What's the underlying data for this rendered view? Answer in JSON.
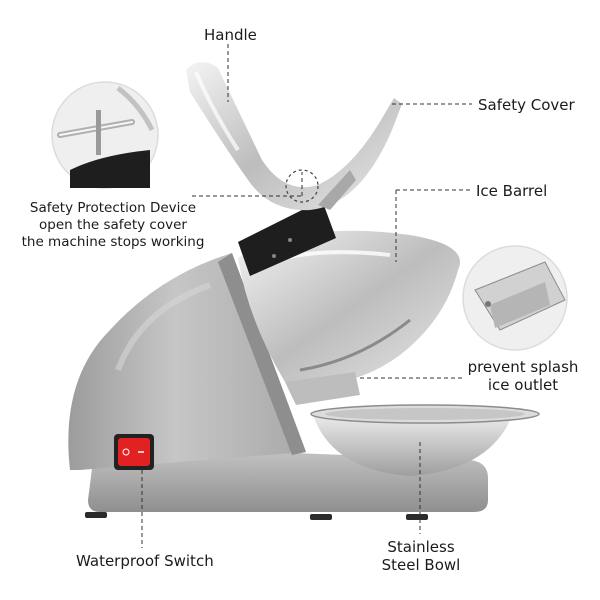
{
  "labels": {
    "handle": "Handle",
    "safety_cover": "Safety Cover",
    "ice_barrel": "Ice Barrel",
    "safety_device_line1": "Safety Protection Device",
    "safety_device_line2": "open the safety cover",
    "safety_device_line3": "the machine stops working",
    "ice_outlet_line1": "prevent splash",
    "ice_outlet_line2": "ice outlet",
    "switch": "Waterproof Switch",
    "bowl_line1": "Stainless",
    "bowl_line2": "Steel Bowl"
  },
  "colors": {
    "body_silver": "#b8b8b8",
    "steel": "#d9d9d9",
    "switch_red": "#e22222",
    "text": "#1b1b1b"
  }
}
